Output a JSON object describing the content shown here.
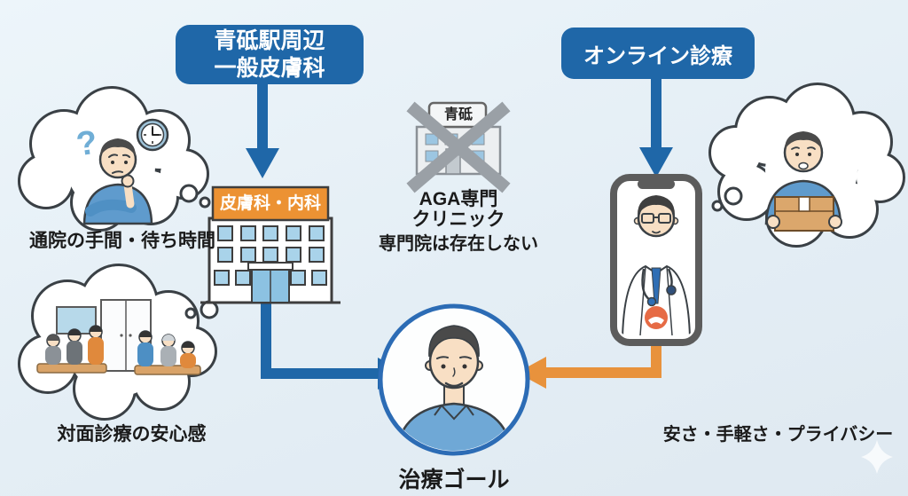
{
  "colors": {
    "background": "#e4eef5",
    "primary_blue": "#1f67a8",
    "arrow_orange": "#e8923c",
    "sign_orange": "#ec9233",
    "cross_gray": "#9aa0a6",
    "goal_ring_blue": "#2c6cb5"
  },
  "route_left": {
    "line1": "青砥駅周辺",
    "line2": "一般皮膚科"
  },
  "route_right": {
    "label": "オンライン診療"
  },
  "left_bubble": {
    "question_mark": "?",
    "caption": "通院の手間・待ち時間"
  },
  "clinic": {
    "sign": "皮膚科・内科"
  },
  "crossed_clinic": {
    "station": "青砥",
    "name_line1": "AGA専門",
    "name_line2": "クリニック",
    "caption": "専門院は存在しない"
  },
  "waiting_bubble": {
    "caption": "対面診療の安心感"
  },
  "goal": {
    "caption": "治療ゴール"
  },
  "online": {
    "caption": "安さ・手軽さ・プライバシー"
  },
  "icons": {
    "question_mark_icon": "?",
    "clock_icon": "analog-clock 3:00",
    "cross_icon": "✕",
    "end_call_icon": "receiver-down",
    "sparkle_icon": "✦"
  }
}
